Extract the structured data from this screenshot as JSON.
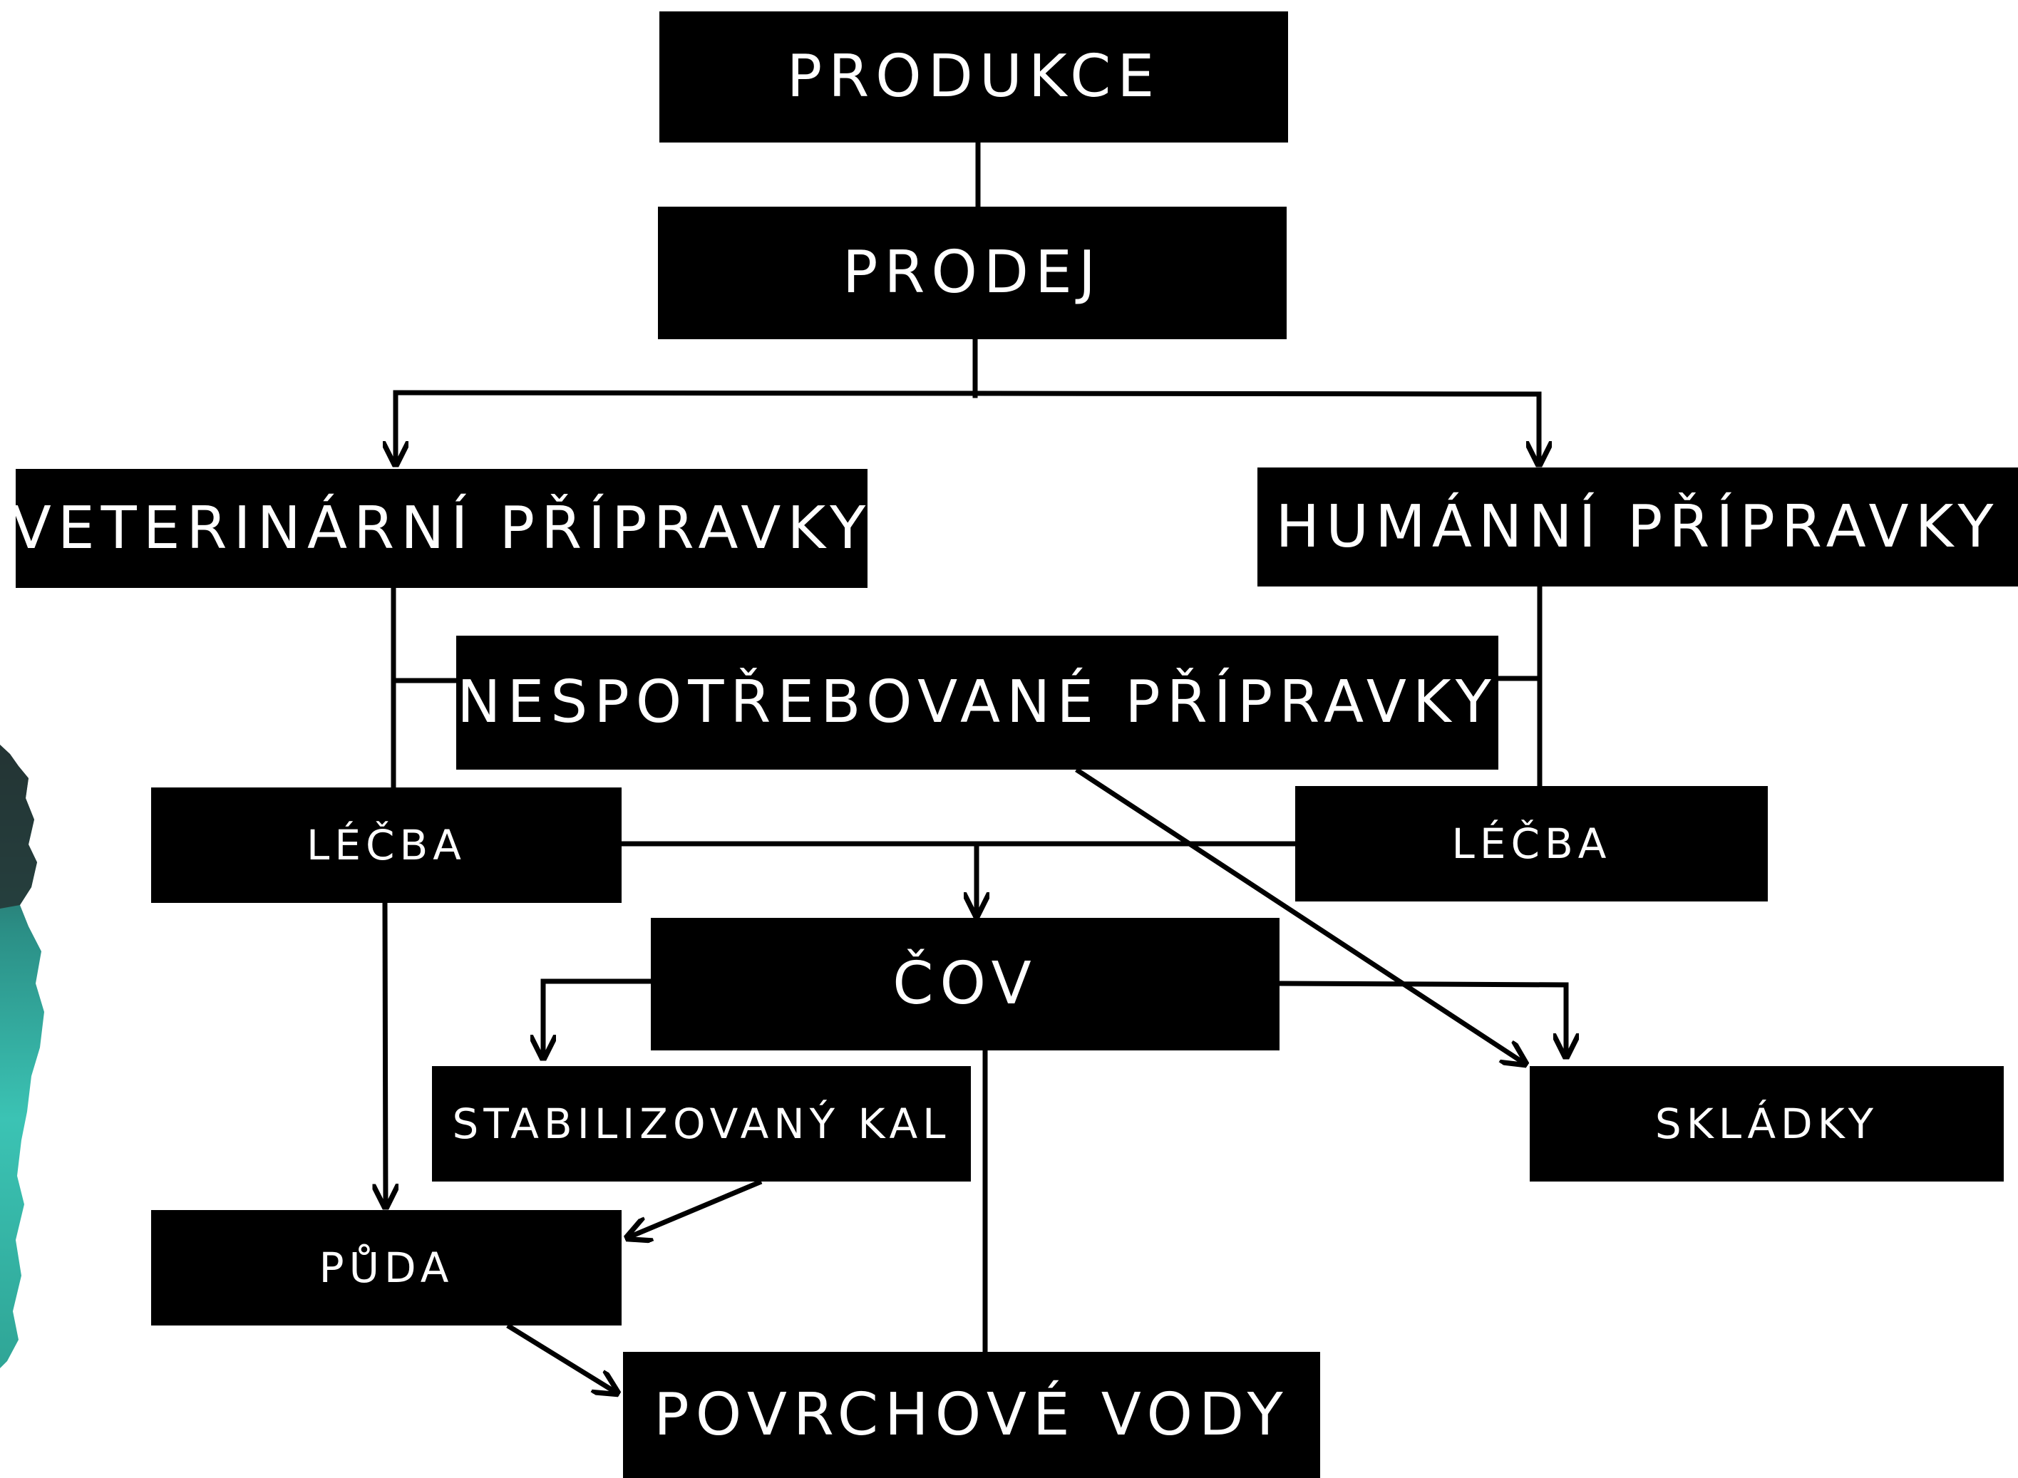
{
  "diagram": {
    "nodes": {
      "produkce": "PRODUKCE",
      "prodej": "PRODEJ",
      "veterinarni": "VETERINÁRNÍ PŘÍPRAVKY",
      "humanni": "HUMÁNNÍ PŘÍPRAVKY",
      "nespotrebovane": "NESPOTŘEBOVANÉ PŘÍPRAVKY",
      "lecba_left": "LÉČBA",
      "lecba_right": "LÉČBA",
      "cov": "ČOV",
      "stabilizovany_kal": "STABILIZOVANÝ KAL",
      "sklady": "SKLÁDKY",
      "puda": "PŮDA",
      "povrchove_vody": "POVRCHOVÉ VODY"
    },
    "edges": [
      {
        "from": "PRODUKCE",
        "to": "PRODEJ"
      },
      {
        "from": "PRODEJ",
        "to": "VETERINÁRNÍ PŘÍPRAVKY"
      },
      {
        "from": "PRODEJ",
        "to": "HUMÁNNÍ PŘÍPRAVKY"
      },
      {
        "from": "VETERINÁRNÍ PŘÍPRAVKY",
        "to": "LÉČBA"
      },
      {
        "from": "VETERINÁRNÍ PŘÍPRAVKY",
        "to": "NESPOTŘEBOVANÉ PŘÍPRAVKY"
      },
      {
        "from": "HUMÁNNÍ PŘÍPRAVKY",
        "to": "LÉČBA"
      },
      {
        "from": "HUMÁNNÍ PŘÍPRAVKY",
        "to": "NESPOTŘEBOVANÉ PŘÍPRAVKY"
      },
      {
        "from": "LÉČBA",
        "to": "ČOV"
      },
      {
        "from": "NESPOTŘEBOVANÉ PŘÍPRAVKY",
        "to": "SKLÁDKY"
      },
      {
        "from": "LÉČBA",
        "to": "PŮDA"
      },
      {
        "from": "ČOV",
        "to": "STABILIZOVANÝ KAL"
      },
      {
        "from": "ČOV",
        "to": "SKLÁDKY"
      },
      {
        "from": "ČOV",
        "to": "POVRCHOVÉ VODY"
      },
      {
        "from": "STABILIZOVANÝ KAL",
        "to": "PŮDA"
      },
      {
        "from": "PŮDA",
        "to": "POVRCHOVÉ VODY"
      }
    ]
  },
  "colors": {
    "box_fill": "#000000",
    "box_text": "#ffffff",
    "connector": "#000000",
    "photo_water": "#2fb3a6",
    "photo_rock": "#2b3a3a"
  }
}
